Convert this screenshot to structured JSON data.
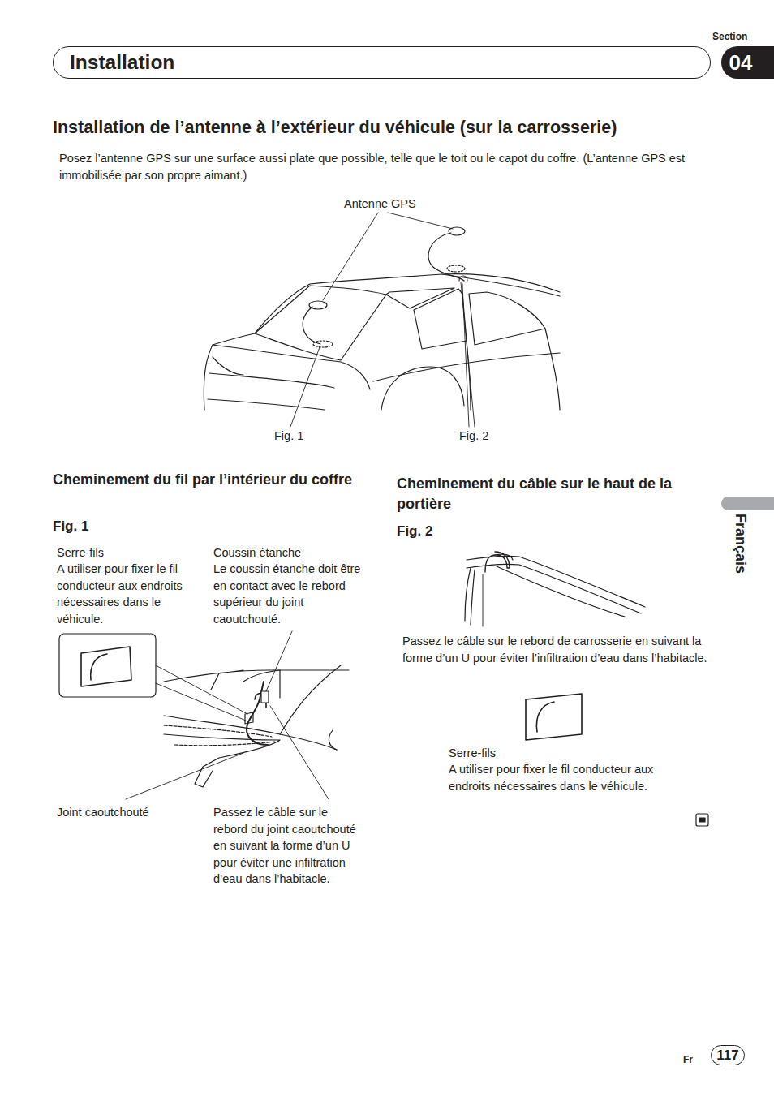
{
  "diagram": {
    "title": "Installation de l’antenne à l’extérieur du véhicule (sur la carrosserie)",
    "nodes": [
      {
        "text": [
          "Installation"
        ]
      },
      {
        "text": [
          "Section",
          "04"
        ]
      },
      {
        "text": [
          "Français"
        ]
      },
      {
        "text": [
          "117"
        ]
      }
    ],
    "labels": [
      "Posez l’antenne GPS sur une surface aussi plate que possible, telle que le toit ou le capot du coffre. (L’antenne GPS est immobilisée par son propre aimant.)",
      "Antenne GPS",
      "Fig. 1",
      "Fig. 2",
      "Cheminement du fil par l’intérieur du coffre",
      "Fig. 1",
      "Serre-fils",
      "A utiliser pour fixer le fil conducteur aux endroits nécessaires dans le véhicule.",
      "Coussin étanche",
      "Le coussin étanche doit être en contact avec le rebord supérieur du joint caoutchouté.",
      "Cheminement du câble sur le haut de la portière",
      "Fig. 2",
      "Passez le câble sur le rebord de carrosserie en suivant la forme d’un U pour éviter l’infiltration d’eau dans l’habitacle.",
      "Joint caoutchouté",
      "Passez le câble sur le rebord du joint caoutchouté en suivant la forme d’un U pour éviter une infiltration d’eau dans l’habitacle.",
      "Serre-fils",
      "A utiliser pour fixer le fil conducteur aux endroits nécessaires dans le véhicule.",
      "Fr"
    ]
  }
}
